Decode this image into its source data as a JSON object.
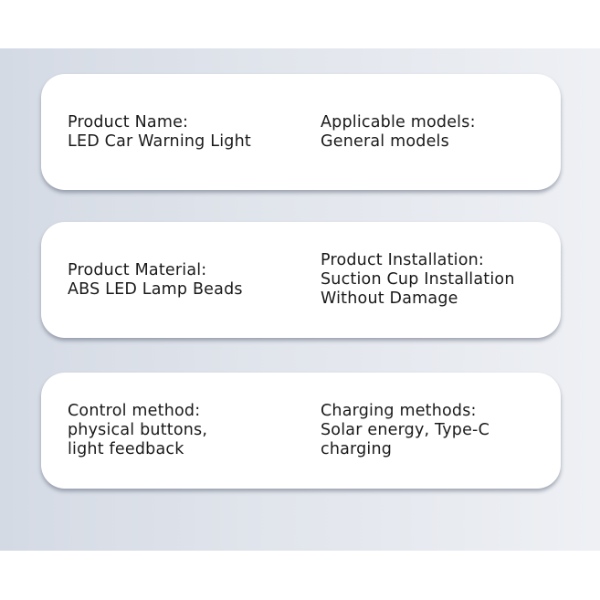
{
  "cards": [
    {
      "left": [
        "Product Name:",
        "LED Car Warning Light"
      ],
      "right": [
        "Applicable models:",
        "General models"
      ]
    },
    {
      "left": [
        "Product Material:",
        "ABS LED Lamp Beads"
      ],
      "right": [
        "Product Installation:",
        "Suction Cup Installation",
        "Without Damage"
      ]
    },
    {
      "left": [
        "Control method:",
        "physical buttons,",
        "light feedback"
      ],
      "right": [
        "Charging methods:",
        "Solar energy, Type-C",
        "charging"
      ]
    }
  ]
}
